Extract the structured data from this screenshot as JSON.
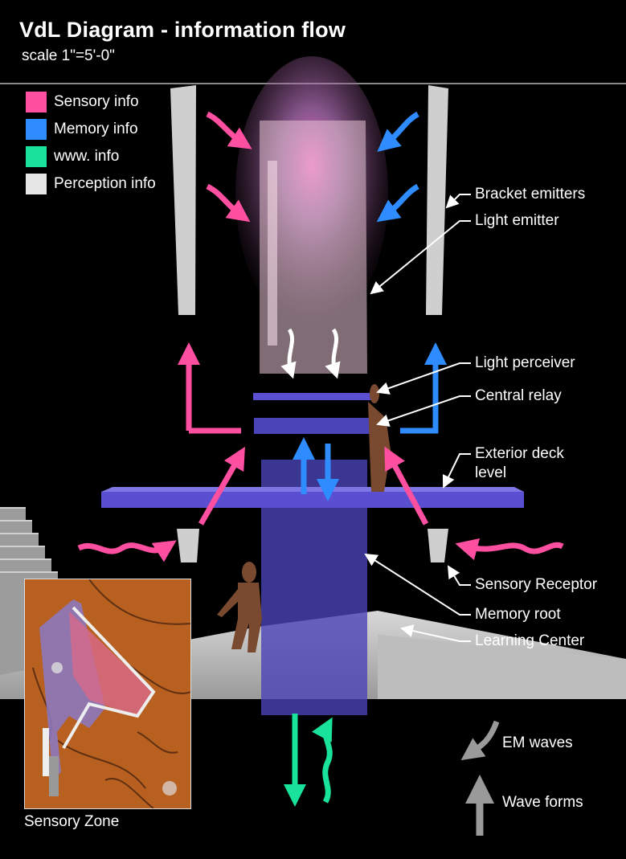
{
  "header": {
    "title": "VdL Diagram - information flow",
    "scale": "scale 1\"=5'-0\""
  },
  "legend": [
    {
      "label": "Sensory info",
      "color": "#ff4fa0"
    },
    {
      "label": "Memory info",
      "color": "#2f8cff"
    },
    {
      "label": "www. info",
      "color": "#19e39a"
    },
    {
      "label": "Perception info",
      "color": "#e6e6e6"
    }
  ],
  "callouts": {
    "bracket_emitters": "Bracket emitters",
    "light_emitter": "Light emitter",
    "light_perceiver": "Light perceiver",
    "central_relay": "Central relay",
    "exterior_deck_line1": "Exterior deck",
    "exterior_deck_line2": "level",
    "sensory_receptor": "Sensory Receptor",
    "memory_root": "Memory root",
    "learning_center": "Learning Center"
  },
  "inset": {
    "caption": "Sensory Zone"
  },
  "key": {
    "em_waves": "EM waves",
    "wave_forms": "Wave forms"
  },
  "colors": {
    "sensory": "#ff4fa0",
    "memory": "#2f8cff",
    "www": "#19e39a",
    "perception": "#e6e6e6",
    "structure": "#5a4fd0",
    "inset_bg": "#b8601f"
  }
}
